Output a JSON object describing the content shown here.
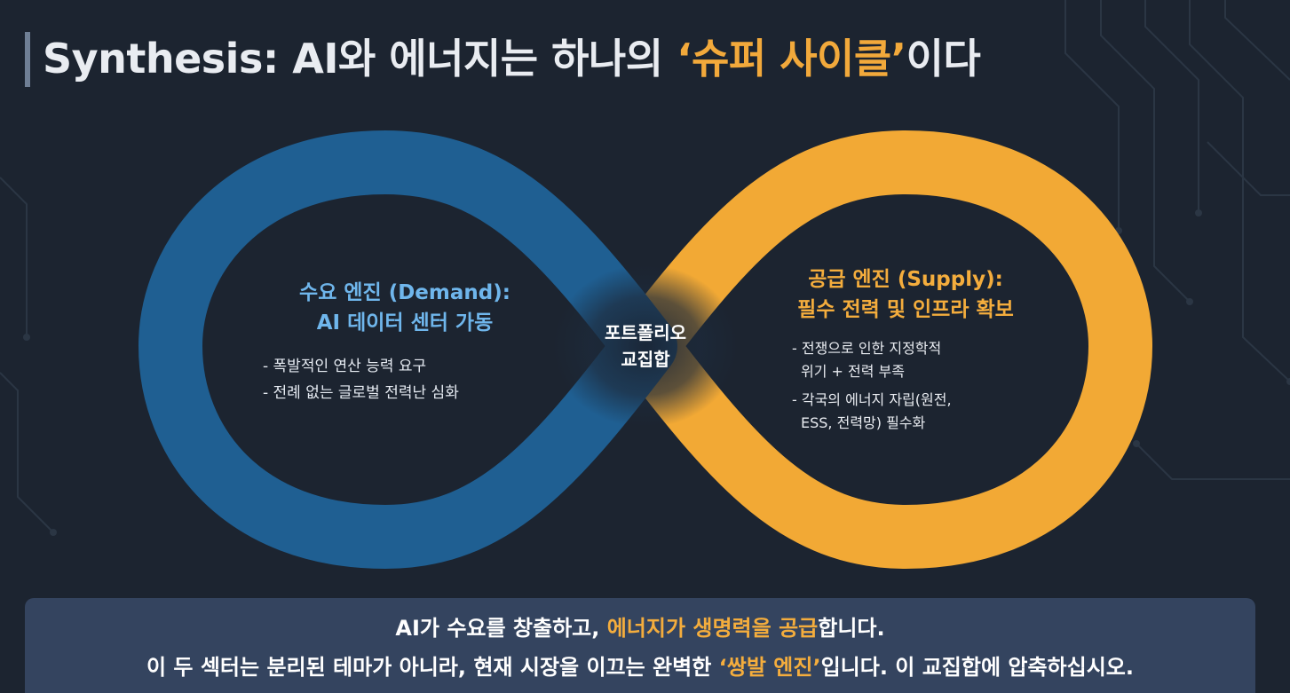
{
  "title": {
    "prefix": "Synthesis: AI와 에너지는 하나의 ",
    "accent": "‘슈퍼 사이클’",
    "suffix": "이다"
  },
  "demand": {
    "title_line1": "수요 엔진 (Demand):",
    "title_line2": "AI 데이터 센터 가동",
    "bullets": [
      "- 폭발적인 연산 능력 요구",
      "- 전례 없는 글로벌 전력난 심화"
    ]
  },
  "supply": {
    "title_line1": "공급 엔진 (Supply):",
    "title_line2": "필수 전력 및 인프라 확보",
    "bullets": [
      [
        "- 전쟁으로 인한 지정학적",
        "  위기 + 전력 부족"
      ],
      [
        "- 각국의 에너지 자립(원전,",
        "  ESS, 전력망) 필수화"
      ]
    ]
  },
  "center": {
    "line1": "포트폴리오",
    "line2": "교집합"
  },
  "summary": {
    "line1_a": "AI가 수요를 창출하고, ",
    "line1_b": "에너지가 생명력을 공급",
    "line1_c": "합니다.",
    "line2_a": "이 두 섹터는 분리된 테마가 아니라, 현재 시장을 이끄는 완벽한 ",
    "line2_b": "‘쌍발 엔진’",
    "line2_c": "입니다. 이 교집합에 압축하십시오."
  },
  "colors": {
    "background": "#1c2430",
    "demand_blue": "#1f5f92",
    "supply_orange": "#f2a935",
    "summary_box": "#34445f"
  }
}
